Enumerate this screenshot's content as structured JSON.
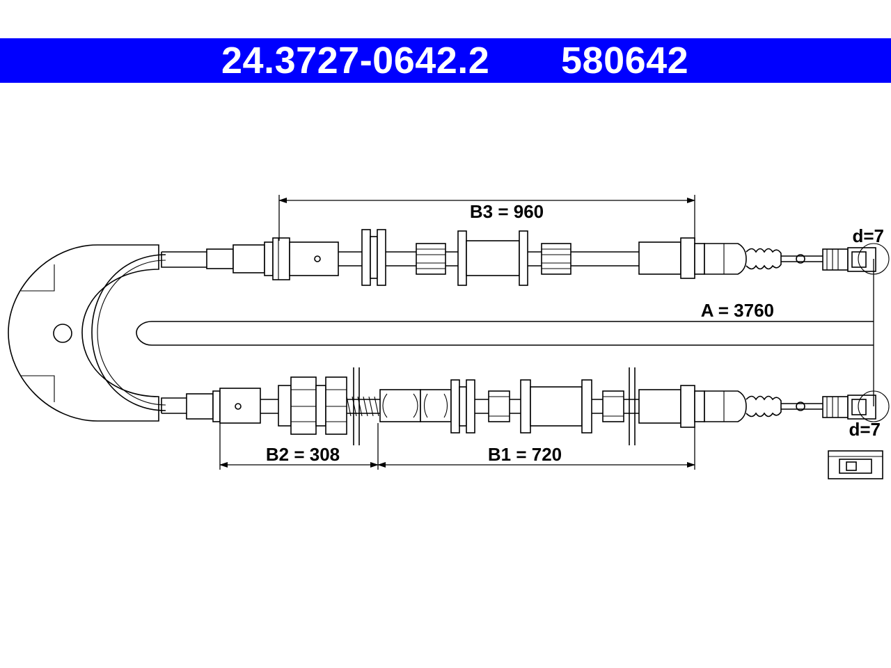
{
  "header": {
    "part_number": "24.3727-0642.2",
    "ref_number": "580642",
    "background_color": "#0000ff",
    "text_color": "#ffffff"
  },
  "dimensions": {
    "b3": "B3 = 960",
    "a": "A = 3760",
    "b2": "B2 = 308",
    "b1": "B1 = 720",
    "d_top": "d=7",
    "d_bottom": "d=7"
  }
}
